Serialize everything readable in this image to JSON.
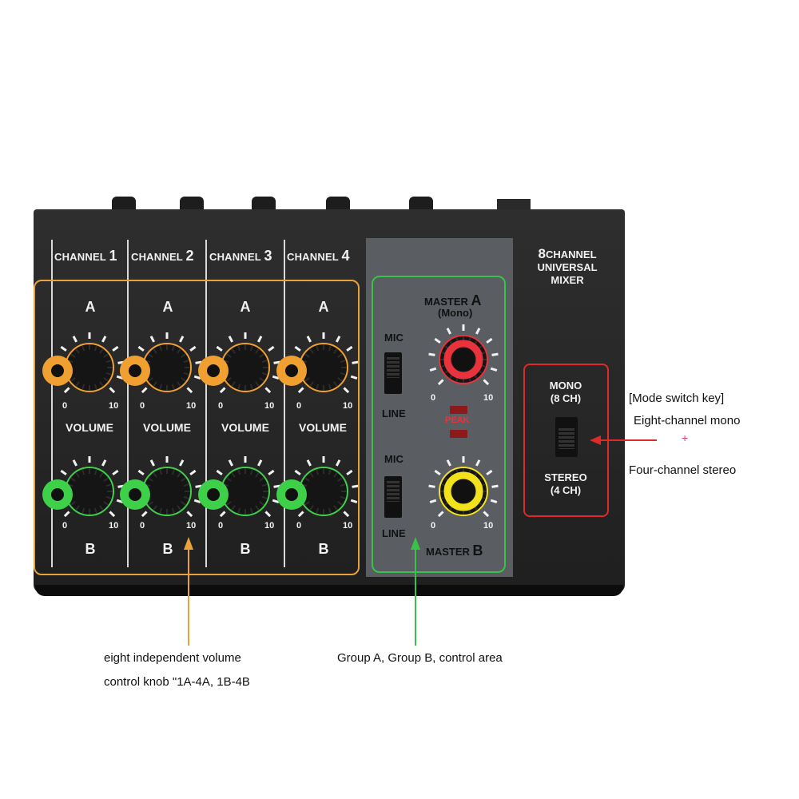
{
  "mixer": {
    "channels": [
      {
        "prefix": "CHANNEL",
        "number": "1",
        "top": "A",
        "bottom": "B"
      },
      {
        "prefix": "CHANNEL",
        "number": "2",
        "top": "A",
        "bottom": "B"
      },
      {
        "prefix": "CHANNEL",
        "number": "3",
        "top": "A",
        "bottom": "B"
      },
      {
        "prefix": "CHANNEL",
        "number": "4",
        "top": "A",
        "bottom": "B"
      }
    ],
    "volume_label": "VOLUME",
    "scale_min": "0",
    "scale_max": "10",
    "brand": {
      "number": "8",
      "line1": "CHANNEL",
      "line2": "UNIVERSAL",
      "line3": "MIXER"
    },
    "master_a": {
      "label": "MASTER",
      "letter": "A",
      "sub": "(Mono)"
    },
    "master_b": {
      "label": "MASTER",
      "letter": "B"
    },
    "mic_label": "MIC",
    "line_label": "LINE",
    "peak_label": "PEAK",
    "mode": {
      "mono": "MONO",
      "mono_sub": "(8 CH)",
      "stereo": "STEREO",
      "stereo_sub": "(4 CH)"
    }
  },
  "annotations": {
    "mode_title": "[Mode switch key]",
    "mode_mono": "Eight-channel mono",
    "mode_stereo": "Four-channel stereo",
    "knobs_line1": "eight independent volume",
    "knobs_line2": "control knob \"1A-4A, 1B-4B",
    "group_area": "Group A, Group B, control area"
  },
  "colors": {
    "orange": "#e8a23a",
    "green": "#39c24a",
    "red": "#e02a2a",
    "knob_orange": "#f0a030",
    "knob_green": "#3fd04a",
    "knob_red": "#e8333c",
    "knob_yellow": "#f2e21c"
  }
}
